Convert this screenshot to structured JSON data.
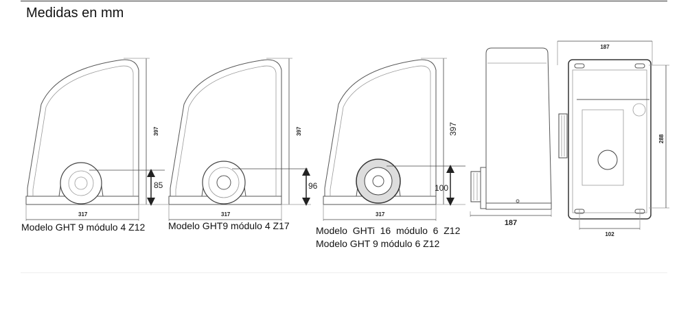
{
  "title": "Medidas en mm",
  "side_views": [
    {
      "height": "397",
      "width": "317",
      "gear_height": "85",
      "caption": "Modelo GHT 9 módulo 4 Z12"
    },
    {
      "height": "397",
      "width": "317",
      "gear_height": "96",
      "caption": "Modelo GHT9 módulo 4 Z17"
    },
    {
      "height": "397",
      "width": "317",
      "gear_height": "100",
      "caption": "Modelo  GHTi  16  módulo  6  Z12",
      "caption2": "Modelo GHT 9 módulo 6 Z12"
    }
  ],
  "front_view": {
    "width": "187"
  },
  "top_view": {
    "width": "187",
    "depth": "288",
    "hole_spacing": "102"
  }
}
